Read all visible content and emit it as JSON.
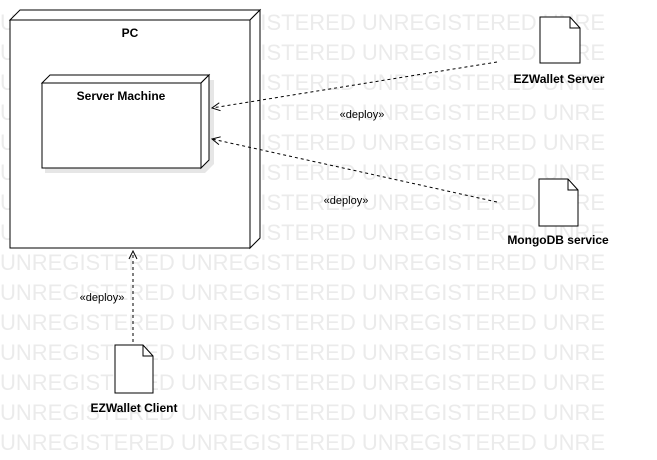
{
  "watermark": {
    "text": "UNREGISTERED UNREGISTERED UNREGISTERED UNRE",
    "color": "#ebebeb"
  },
  "nodes": {
    "pc": {
      "label": "PC"
    },
    "server_machine": {
      "label": "Server Machine"
    }
  },
  "artifacts": {
    "ezwallet_server": {
      "label": "EZWallet Server",
      "icon": "document-icon"
    },
    "mongodb_service": {
      "label": "MongoDB service",
      "icon": "document-icon"
    },
    "ezwallet_client": {
      "label": "EZWallet Client",
      "icon": "document-icon"
    }
  },
  "dependencies": {
    "server_deploy": {
      "label": "«deploy»"
    },
    "mongodb_deploy": {
      "label": "«deploy»"
    },
    "client_deploy": {
      "label": "«deploy»"
    }
  },
  "colors": {
    "stroke": "#000000",
    "background": "#ffffff",
    "shadow": "#dddddd"
  }
}
